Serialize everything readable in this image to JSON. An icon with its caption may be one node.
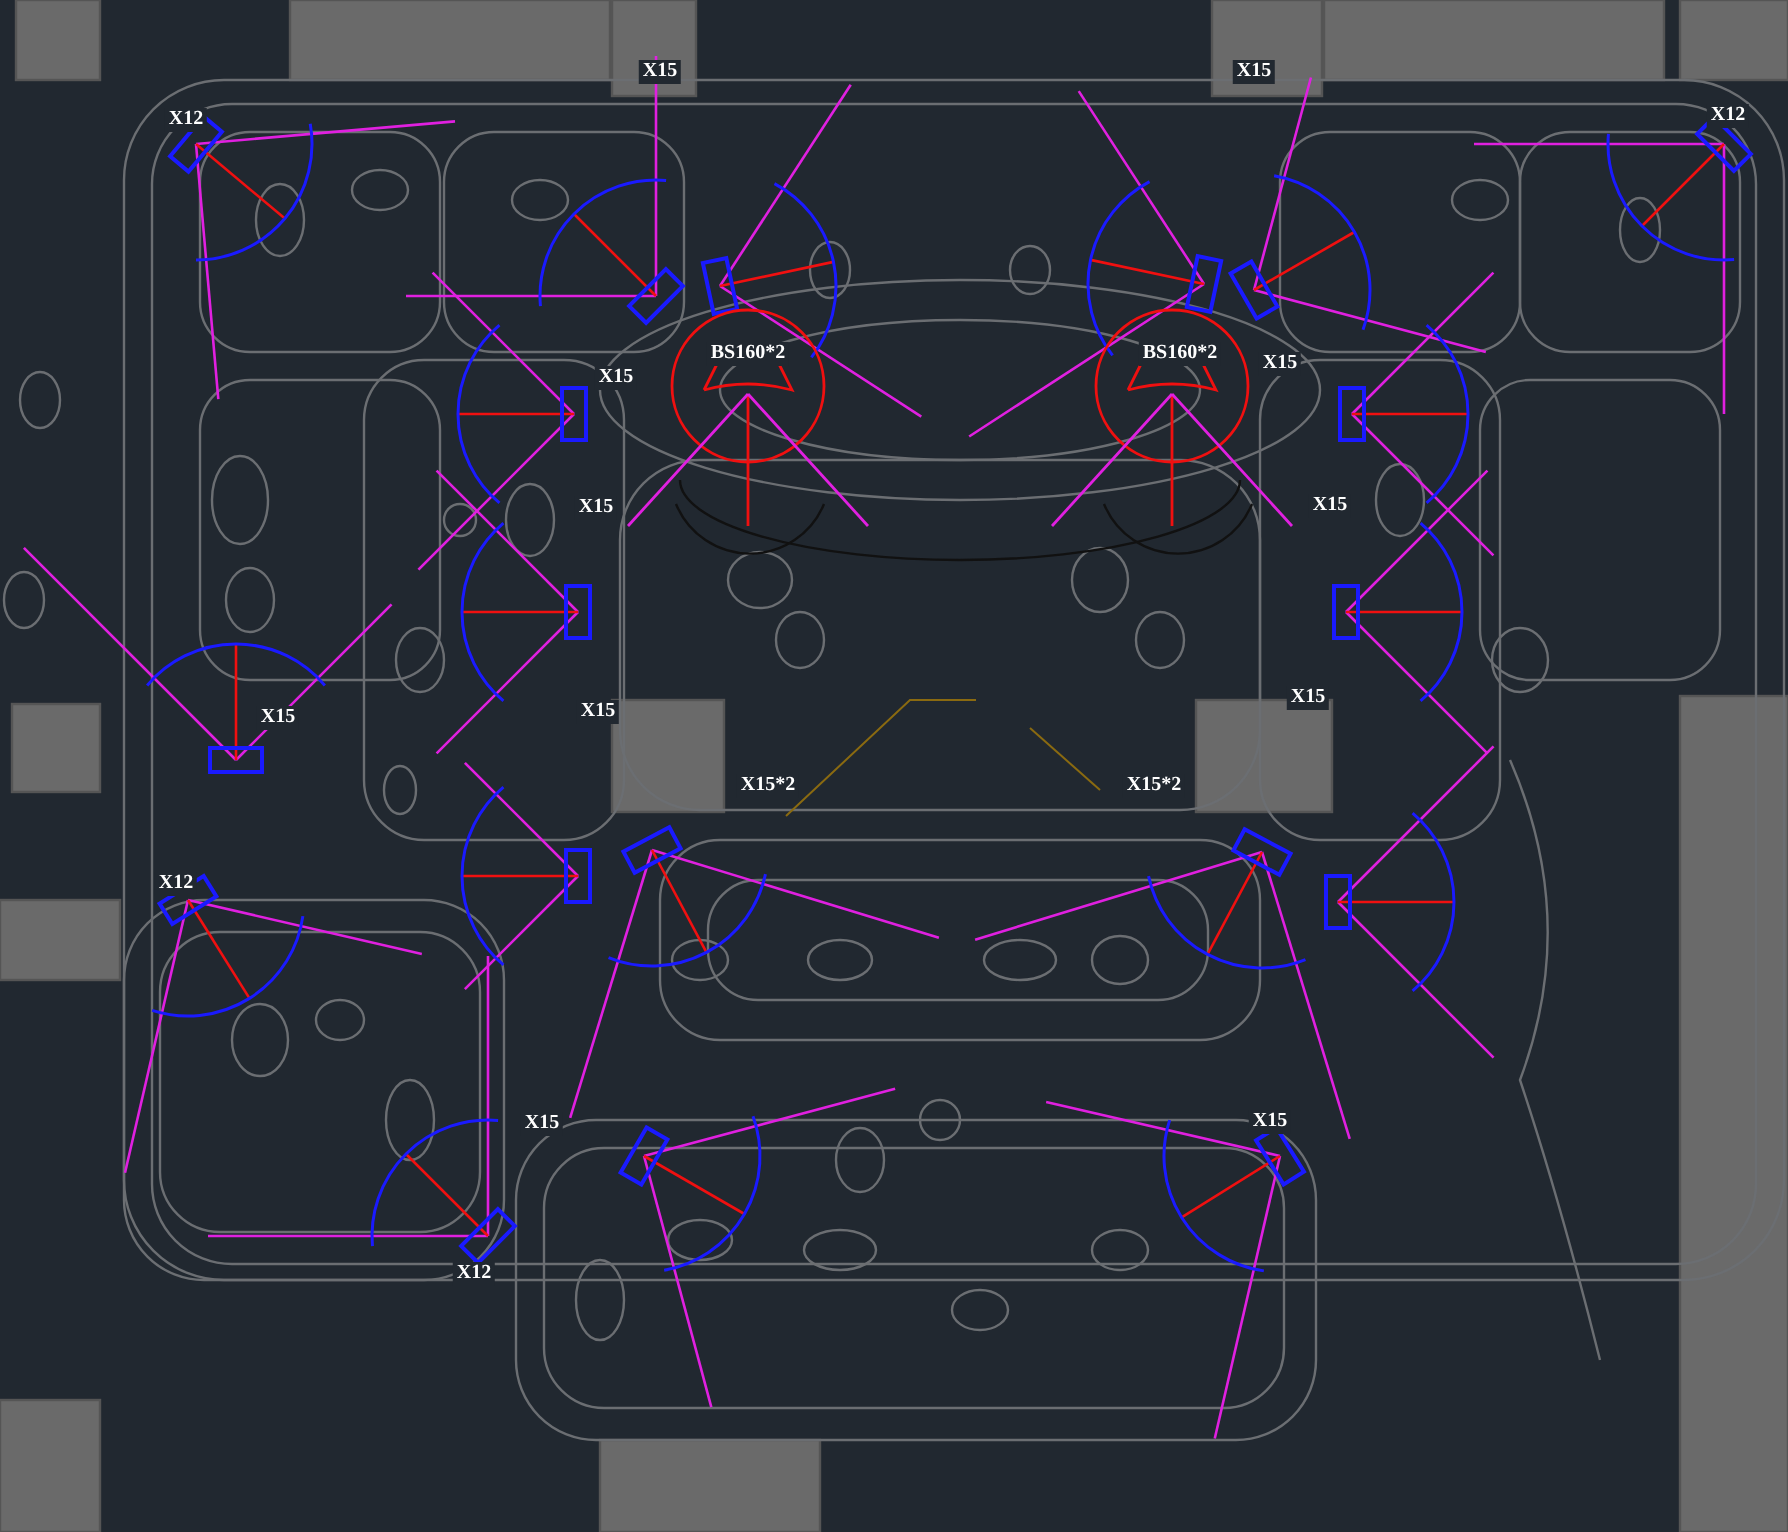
{
  "diagram": {
    "labels": [
      "X15",
      "X15",
      "X12",
      "X12",
      "BS160*2",
      "BS160*2",
      "X15",
      "X15",
      "X15",
      "X15",
      "X15",
      "X15",
      "X15",
      "X15*2",
      "X15*2",
      "X12",
      "X15",
      "X15",
      "X12"
    ]
  }
}
